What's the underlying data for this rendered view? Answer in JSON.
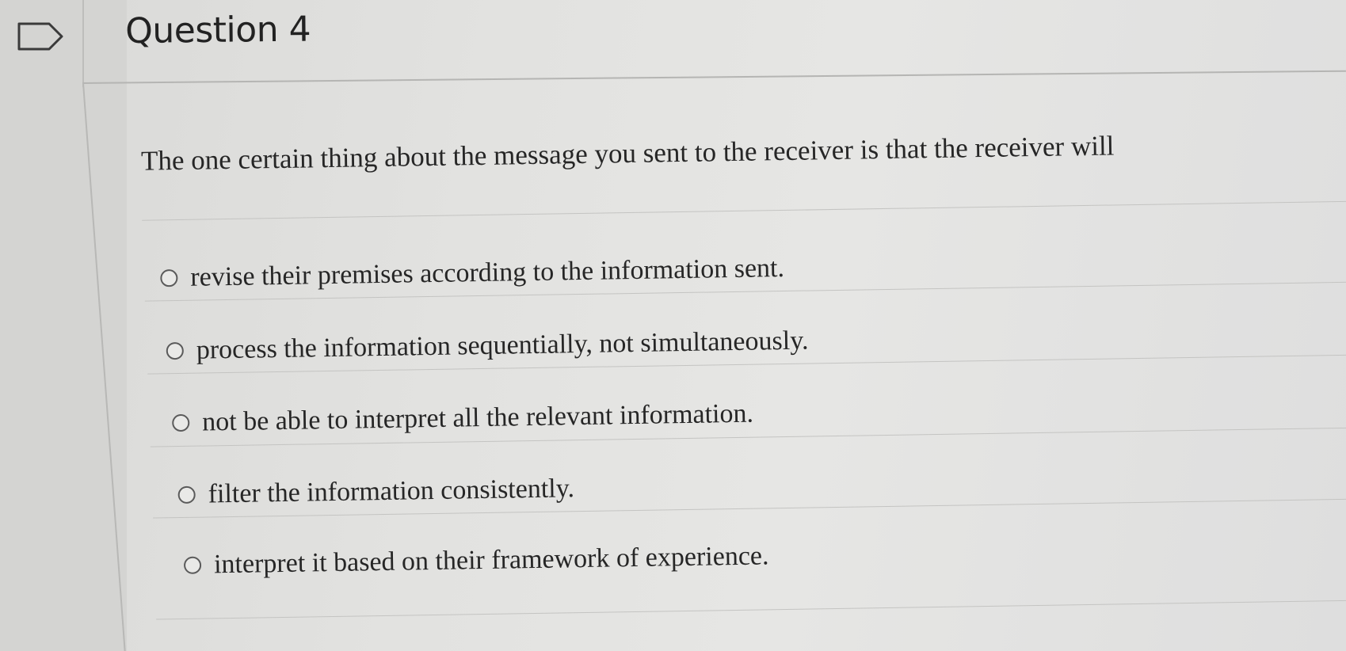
{
  "question": {
    "title": "Question 4",
    "prompt": "The one certain thing about the message you sent to the receiver is that the receiver will"
  },
  "icons": {
    "flag": "flag-outline-icon"
  },
  "options": [
    {
      "label": "revise their premises according to the information sent.",
      "selected": false
    },
    {
      "label": "process the information sequentially, not simultaneously.",
      "selected": false
    },
    {
      "label": "not be able to interpret all the relevant information.",
      "selected": false
    },
    {
      "label": "filter the information consistently.",
      "selected": false
    },
    {
      "label": "interpret it based on their framework of experience.",
      "selected": false
    }
  ]
}
